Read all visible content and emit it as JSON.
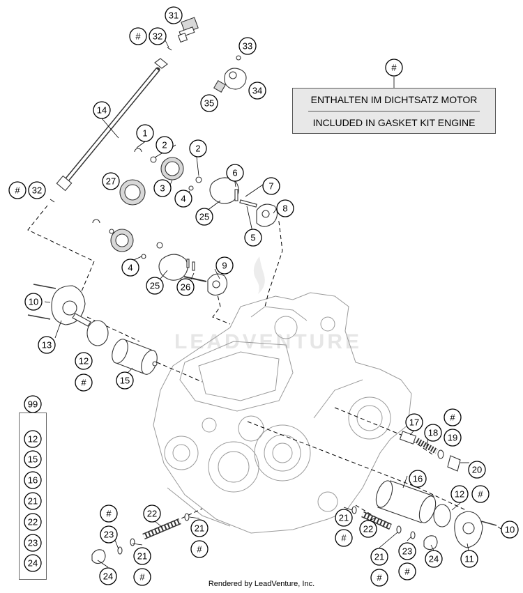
{
  "gasket_note": {
    "marker": "#",
    "line1": "ENTHALTEN IM DICHTSATZ MOTOR",
    "line2": "INCLUDED IN GASKET KIT ENGINE"
  },
  "kit": {
    "number": "99",
    "members": [
      "12",
      "15",
      "16",
      "21",
      "22",
      "23",
      "24"
    ]
  },
  "callouts": {
    "c31": "31",
    "c32a_hash": "#",
    "c32a": "32",
    "c33": "33",
    "c34": "34",
    "c35": "35",
    "c14": "14",
    "c1": "1",
    "c2a": "2",
    "c2b": "2",
    "c3": "3",
    "c27": "27",
    "c4a": "4",
    "c6": "6",
    "c7": "7",
    "c8": "8",
    "c5": "5",
    "c25a": "25",
    "c32b_hash": "#",
    "c32b": "32",
    "c4b": "4",
    "c25b": "25",
    "c26": "26",
    "c9": "9",
    "c10a": "10",
    "c13": "13",
    "c12a": "12",
    "c12a_hash": "#",
    "c15": "15",
    "c17": "17",
    "c18": "18",
    "c19_hash": "#",
    "c19": "19",
    "c20": "20",
    "c16": "16",
    "c12b": "12",
    "c12b_hash": "#",
    "c10b": "10",
    "c11": "11",
    "c22a": "22",
    "c23a_hash": "#",
    "c23a": "23",
    "c21a": "21",
    "c21a_hash": "#",
    "c21b": "21",
    "c21b_hash": "#",
    "c24a": "24",
    "c21c": "21",
    "c21c_hash": "#",
    "c22b": "22",
    "c21d": "21",
    "c21d_hash": "#",
    "c23b": "23",
    "c23b_hash": "#",
    "c24b": "24"
  },
  "watermark": "LEADVENTURE",
  "credit": "Rendered by LeadVenture, Inc."
}
